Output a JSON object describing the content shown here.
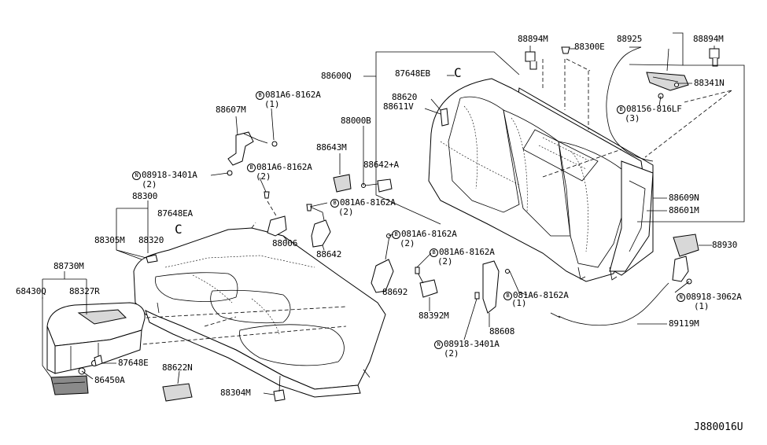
{
  "diagram_id": "J880016U",
  "labels": {
    "p88894M_l": "88894M",
    "p88300E": "88300E",
    "p88925": "88925",
    "p88894M_r": "88894M",
    "p88341N": "88341N",
    "p08156_816LF": "08156-816LF",
    "p08156_816LF_qty": "(3)",
    "p88600Q": "88600Q",
    "p87648EB": "87648EB",
    "p88620": "88620",
    "p88611V": "88611V",
    "p88000B": "88000B",
    "p081A6_top": "081A6-8162A",
    "p081A6_top_qty": "(1)",
    "p88607M": "88607M",
    "p88643M": "88643M",
    "p88642A": "88642+A",
    "p08918_left": "08918-3401A",
    "p08918_left_qty": "(2)",
    "p081A6_mid": "081A6-8162A",
    "p081A6_mid_qty": "(2)",
    "p88300": "88300",
    "p87648EA": "87648EA",
    "p081A6_642": "081A6-8162A",
    "p081A6_642_qty": "(2)",
    "p88305M": "88305M",
    "p88320": "88320",
    "p88006": "88006",
    "p88642": "88642",
    "p081A6_692": "081A6-8162A",
    "p081A6_692_qty": "(2)",
    "p081A6_392": "081A6-8162A",
    "p081A6_392_qty": "(2)",
    "p88609N": "88609N",
    "p88601M": "88601M",
    "p88930": "88930",
    "p08918_right": "08918-3062A",
    "p08918_right_qty": "(1)",
    "p88730M": "88730M",
    "p68430Q": "68430Q",
    "p88327R": "88327R",
    "p88692": "88692",
    "p081A6_608": "081A6-8162A",
    "p081A6_608_qty": "(1)",
    "p89119M": "89119M",
    "p88392M": "88392M",
    "p88608": "88608",
    "p87648E": "87648E",
    "p86450A": "86450A",
    "p88622N": "88622N",
    "p08918_bottom": "08918-3401A",
    "p08918_bottom_qty": "(2)",
    "p88304M": "88304M"
  },
  "symbols": {
    "bolt": "B",
    "nut": "N"
  },
  "clip_glyph": "C"
}
